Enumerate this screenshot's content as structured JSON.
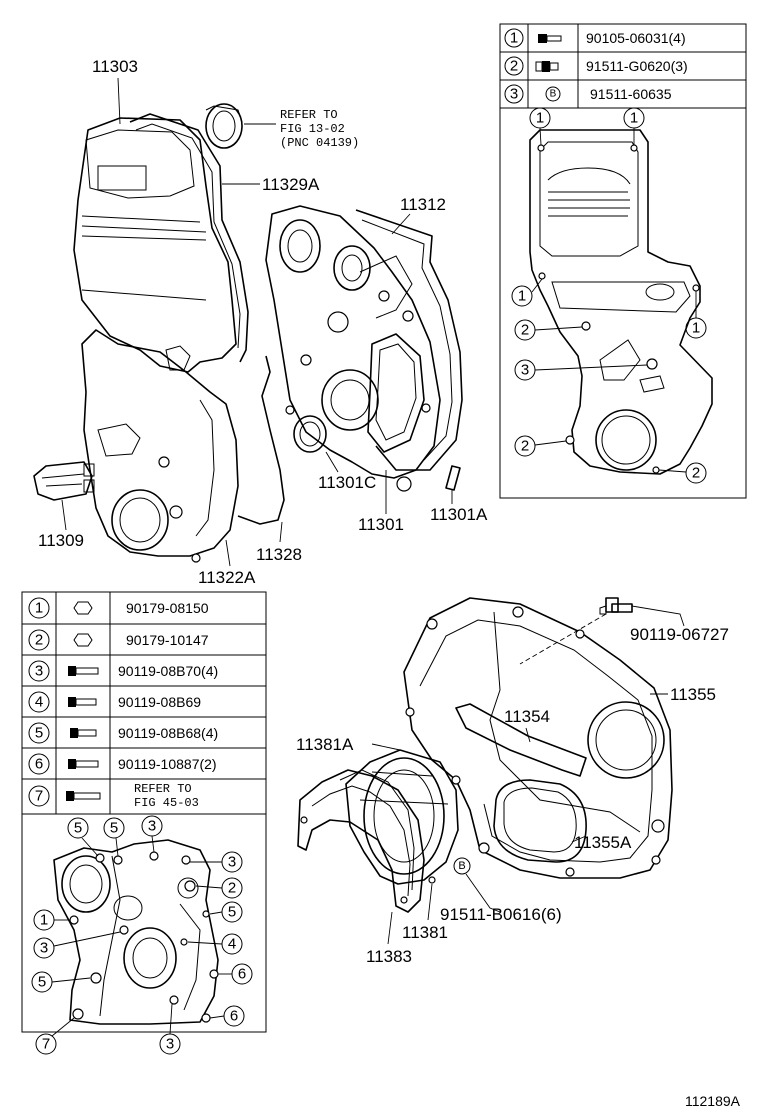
{
  "figure_id": "112189A",
  "top_table": [
    {
      "num": "1",
      "part": "90105-06031(4)"
    },
    {
      "num": "2",
      "part": "91511-G0620(3)"
    },
    {
      "num": "3",
      "part": "91511-60635",
      "mark": "B"
    }
  ],
  "left_table": [
    {
      "num": "1",
      "part": "90179-08150"
    },
    {
      "num": "2",
      "part": "90179-10147"
    },
    {
      "num": "3",
      "part": "90119-08B70(4)"
    },
    {
      "num": "4",
      "part": "90119-08B69"
    },
    {
      "num": "5",
      "part": "90119-08B68(4)"
    },
    {
      "num": "6",
      "part": "90119-10887(2)"
    },
    {
      "num": "7",
      "part_line1": "REFER TO",
      "part_line2": "FIG 45-03"
    }
  ],
  "refer_note": [
    "REFER TO",
    "FIG 13-02",
    "(PNC 04139)"
  ],
  "parts": {
    "p11303": "11303",
    "p11329A": "11329A",
    "p11312": "11312",
    "p11309": "11309",
    "p11301C": "11301C",
    "p11301": "11301",
    "p11301A": "11301A",
    "p11322A": "11322A",
    "p11328": "11328",
    "p90119_06727": "90119-06727",
    "p11355": "11355",
    "p11354": "11354",
    "p11381A": "11381A",
    "p11355A": "11355A",
    "p91511_B0616": "91511-B0616(6)",
    "p11381": "11381",
    "p11383": "11383",
    "mark_b": "B"
  },
  "callouts": {
    "top_right": [
      "1",
      "1",
      "1",
      "1",
      "2",
      "3",
      "2",
      "2"
    ],
    "bottom_left": [
      "5",
      "5",
      "3",
      "3",
      "2",
      "1",
      "5",
      "3",
      "4",
      "5",
      "6",
      "6",
      "7",
      "3"
    ]
  }
}
